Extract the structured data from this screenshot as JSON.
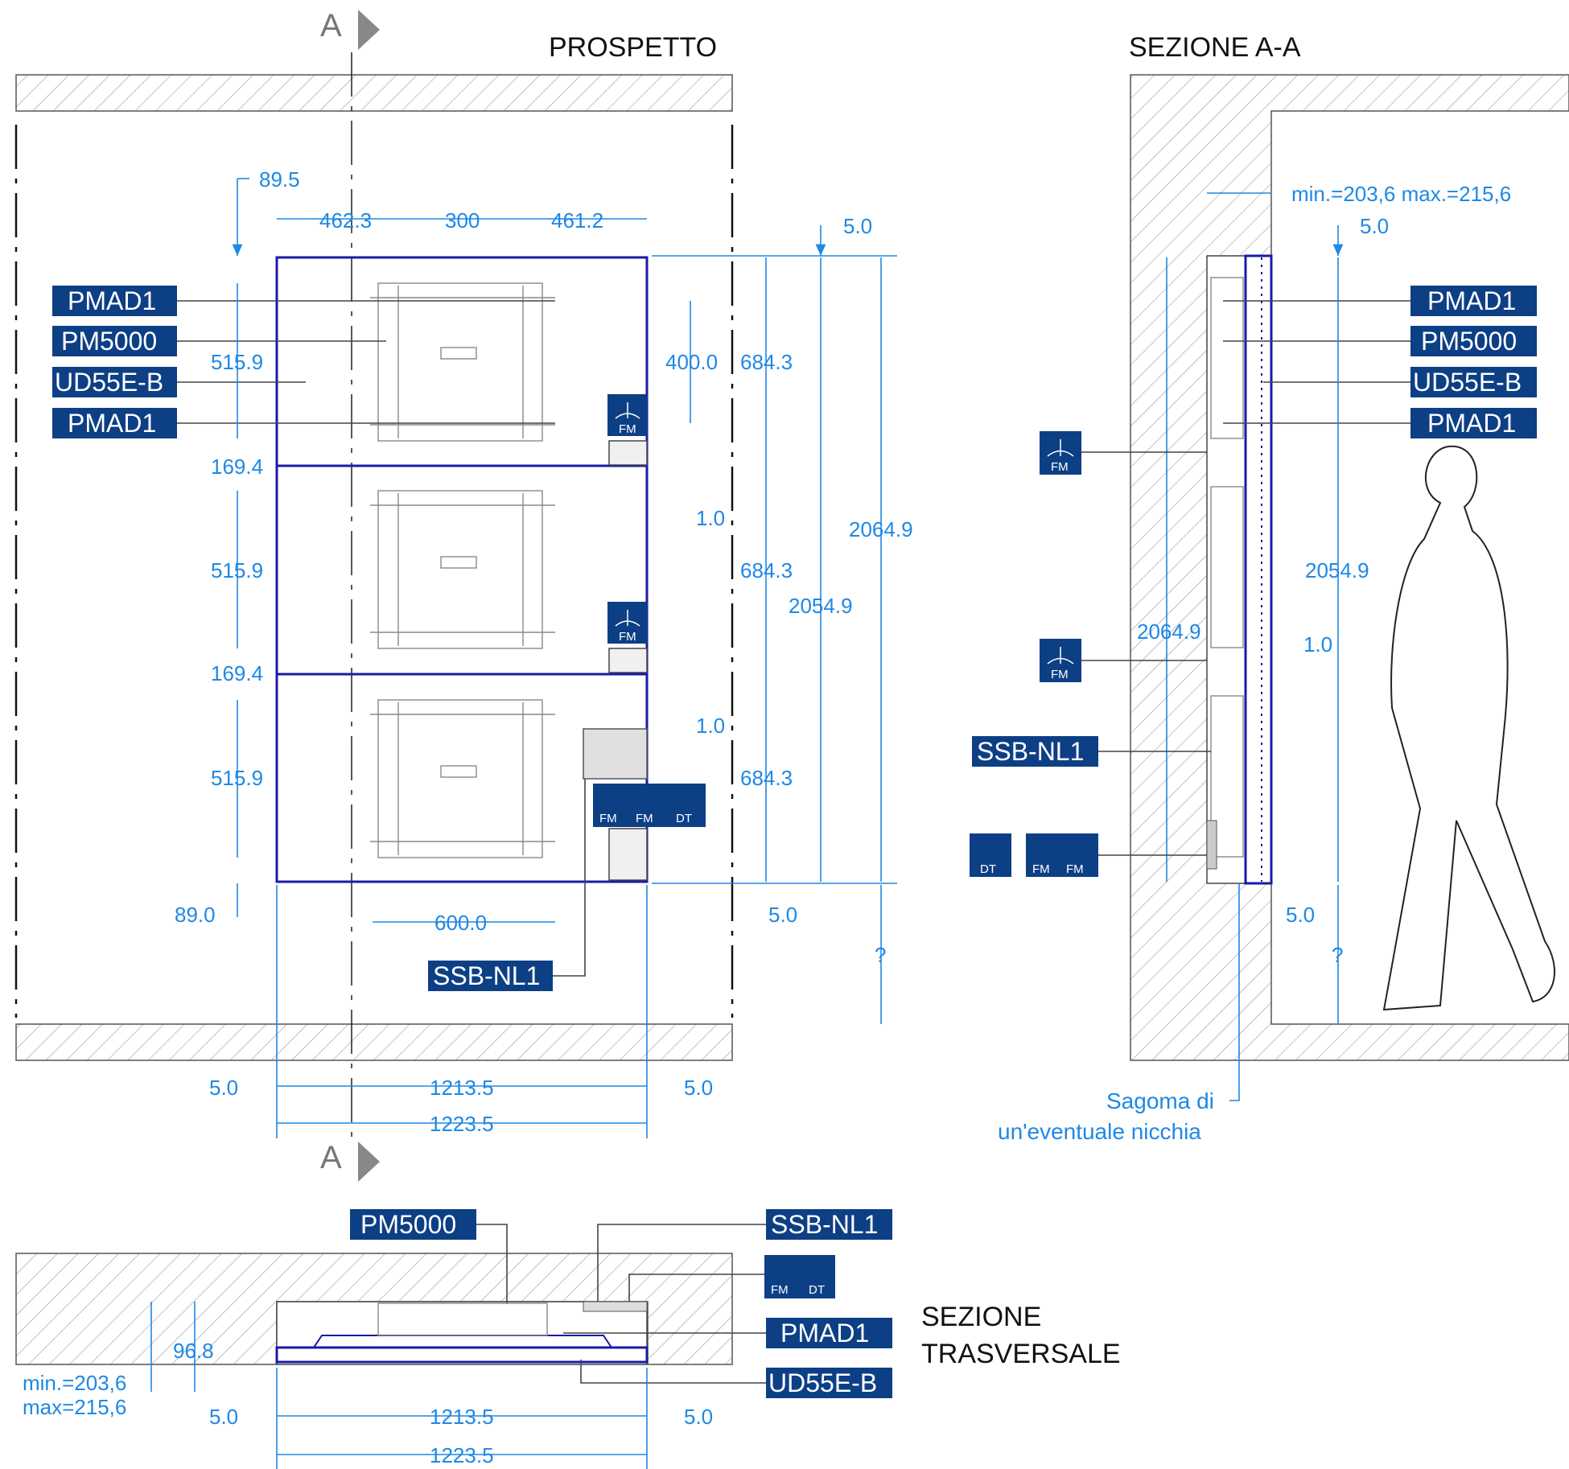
{
  "views": {
    "prospetto": "PROSPETTO",
    "sezione_aa": "SEZIONE A-A",
    "sezione_trasv_1": "SEZIONE",
    "sezione_trasv_2": "TRASVERSALE"
  },
  "section_marker": "A",
  "tags": {
    "pmad1": "PMAD1",
    "pm5000": "PM5000",
    "ud55eb": "UD55E-B",
    "ssbnl1": "SSB-NL1"
  },
  "symbols": {
    "fm": "FM",
    "dt": "DT"
  },
  "dims": {
    "d89_5": "89.5",
    "d462_3": "462.3",
    "d300": "300",
    "d461_2": "461.2",
    "d5_0": "5.0",
    "d515_9": "515.9",
    "d400": "400.0",
    "d684_3": "684.3",
    "d169_4": "169.4",
    "d1_0": "1.0",
    "d2064_9": "2064.9",
    "d2054_9": "2054.9",
    "d89_0": "89.0",
    "d600": "600.0",
    "dq": "?",
    "d1213_5": "1213.5",
    "d1223_5": "1223.5",
    "minmax": "min.=203,6 max.=215,6",
    "d96_8": "96.8",
    "min2036": "min.=203,6",
    "max2156": "max=215,6"
  },
  "notes": {
    "niche_1": "Sagoma di",
    "niche_2": "un'eventuale nicchia"
  },
  "colors": {
    "dimension": "#1e88e5",
    "tag": "#0d3f85",
    "panel": "#1a1aa8"
  }
}
